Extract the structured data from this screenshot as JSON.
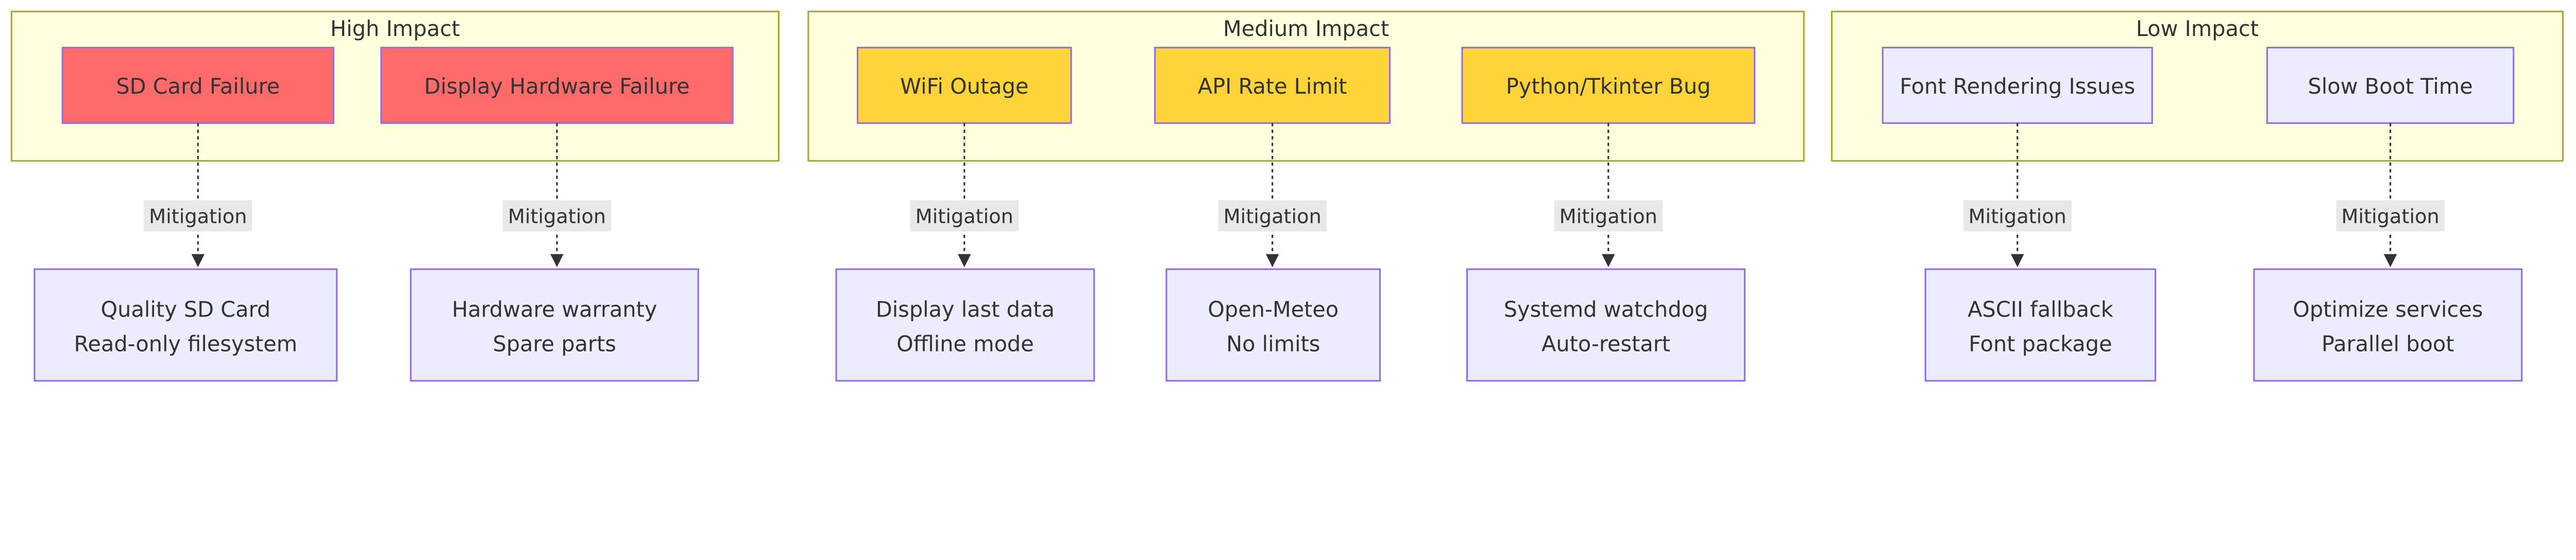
{
  "colors": {
    "cluster_fill": "#ffffde",
    "cluster_stroke": "#aaaa33",
    "high_fill": "#ff6b6b",
    "medium_fill": "#ffd43b",
    "low_fill": "#ececff",
    "node_stroke": "#9370db",
    "mitigation_fill": "#ececff",
    "edge_label_bg": "#e8e8e8",
    "text": "#333333"
  },
  "clusters": [
    {
      "title": "High Impact",
      "level": "high",
      "risks": [
        "SD Card Failure",
        "Display Hardware Failure"
      ]
    },
    {
      "title": "Medium Impact",
      "level": "medium",
      "risks": [
        "WiFi Outage",
        "API Rate Limit",
        "Python/Tkinter Bug"
      ]
    },
    {
      "title": "Low Impact",
      "level": "low",
      "risks": [
        "Font Rendering Issues",
        "Slow Boot Time"
      ]
    }
  ],
  "edge_label": "Mitigation",
  "mitigations": [
    {
      "lines": [
        "Quality SD Card",
        "Read-only filesystem"
      ]
    },
    {
      "lines": [
        "Hardware warranty",
        "Spare parts"
      ]
    },
    {
      "lines": [
        "Display last data",
        "Offline mode"
      ]
    },
    {
      "lines": [
        "Open-Meteo",
        "No limits"
      ]
    },
    {
      "lines": [
        "Systemd watchdog",
        "Auto-restart"
      ]
    },
    {
      "lines": [
        "ASCII fallback",
        "Font package"
      ]
    },
    {
      "lines": [
        "Optimize services",
        "Parallel boot"
      ]
    }
  ]
}
